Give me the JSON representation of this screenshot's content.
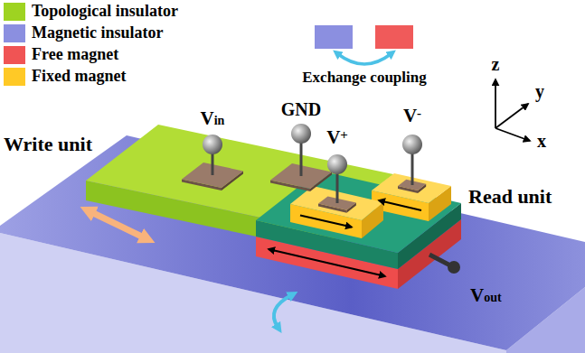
{
  "diagram": {
    "labels": [
      "Exchange coupling",
      "z",
      "y",
      "x",
      "Vin",
      "GND",
      "V+",
      "V-",
      "Write unit",
      "Read unit",
      "Vout"
    ],
    "legend": [
      {
        "text": "Topological insulator",
        "color": "#9ed321"
      },
      {
        "text": "Magnetic insulator",
        "color": "#8b8fe0"
      },
      {
        "text": "Free magnet",
        "color": "#f05454"
      },
      {
        "text": "Fixed magnet",
        "color": "#ffc926"
      }
    ]
  }
}
